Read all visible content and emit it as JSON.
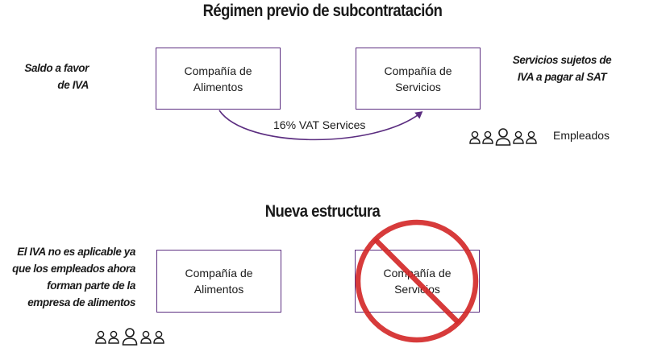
{
  "top": {
    "title": "Régimen previo de subcontratación",
    "left_note": [
      "Saldo a favor",
      "de IVA"
    ],
    "food_company": [
      "Compañía de",
      "Alimentos"
    ],
    "services_company": [
      "Compañía de",
      "Servicios"
    ],
    "right_note": [
      "Servicios sujetos de",
      "IVA a pagar al SAT"
    ],
    "arrow_label": "16% VAT Services",
    "employees_label": "Empleados"
  },
  "bottom": {
    "title": "Nueva estructura",
    "left_note": [
      "El IVA no es aplicable ya",
      "que los empleados ahora",
      "forman parte de la",
      "empresa de alimentos"
    ],
    "food_company": [
      "Compañía de",
      "Alimentos"
    ],
    "services_company": [
      "Compañía de",
      "Servicios"
    ]
  },
  "colors": {
    "box_border": "#5b2d80",
    "arrow": "#5b2d80",
    "prohibition": "#d42a2a"
  },
  "icons": [
    "people-group-icon",
    "prohibition-icon"
  ]
}
